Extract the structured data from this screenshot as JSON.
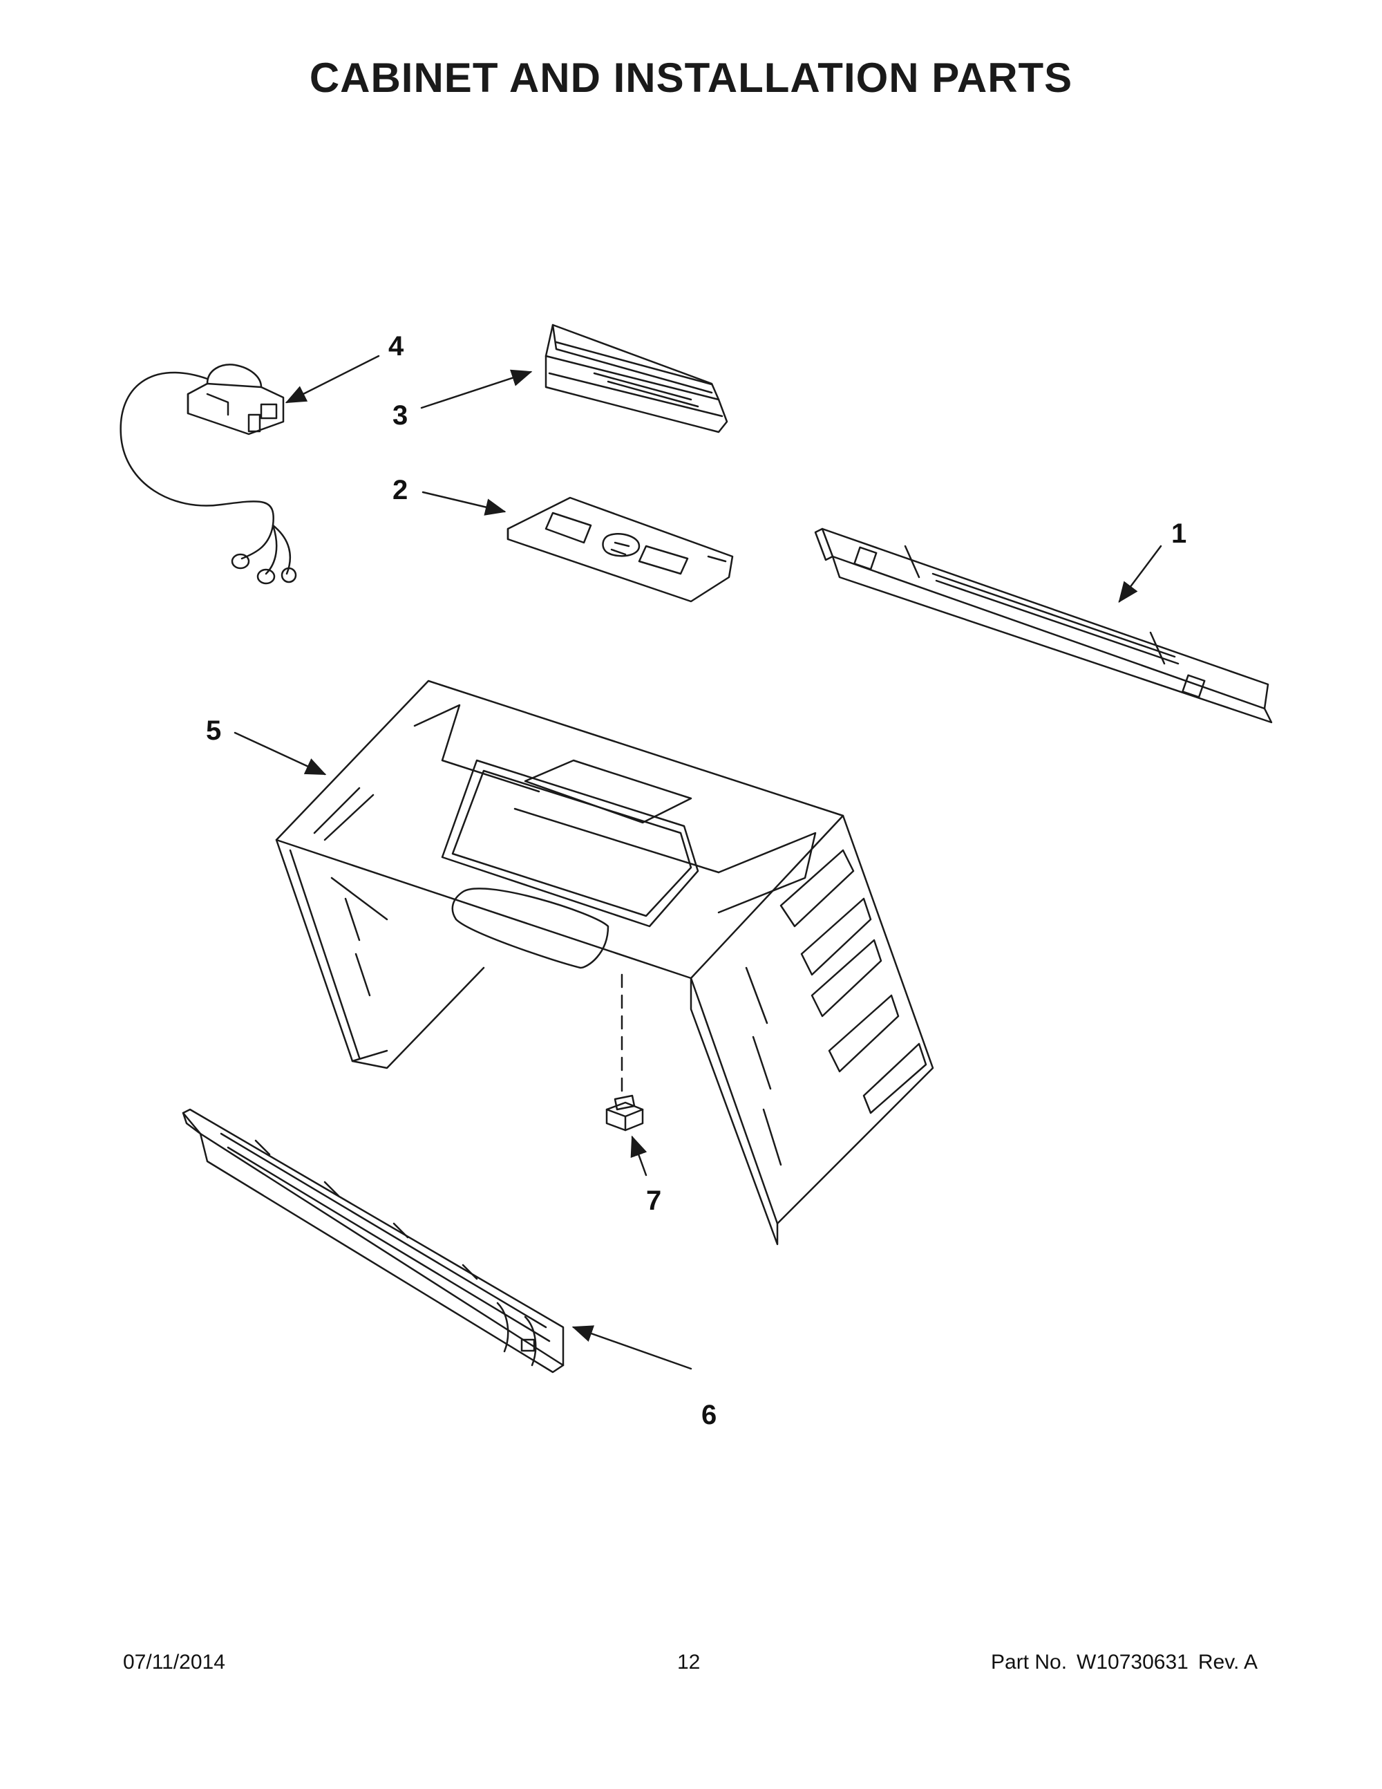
{
  "title": "CABINET AND INSTALLATION PARTS",
  "callouts": {
    "c1": "1",
    "c2": "2",
    "c3": "3",
    "c4": "4",
    "c5": "5",
    "c6": "6",
    "c7": "7"
  },
  "footer": {
    "date": "07/11/2014",
    "page": "12",
    "part_label": "Part No.",
    "part_number": "W10730631",
    "revision": "Rev. A"
  },
  "colors": {
    "line": "#1a1a1a",
    "background": "#ffffff"
  }
}
